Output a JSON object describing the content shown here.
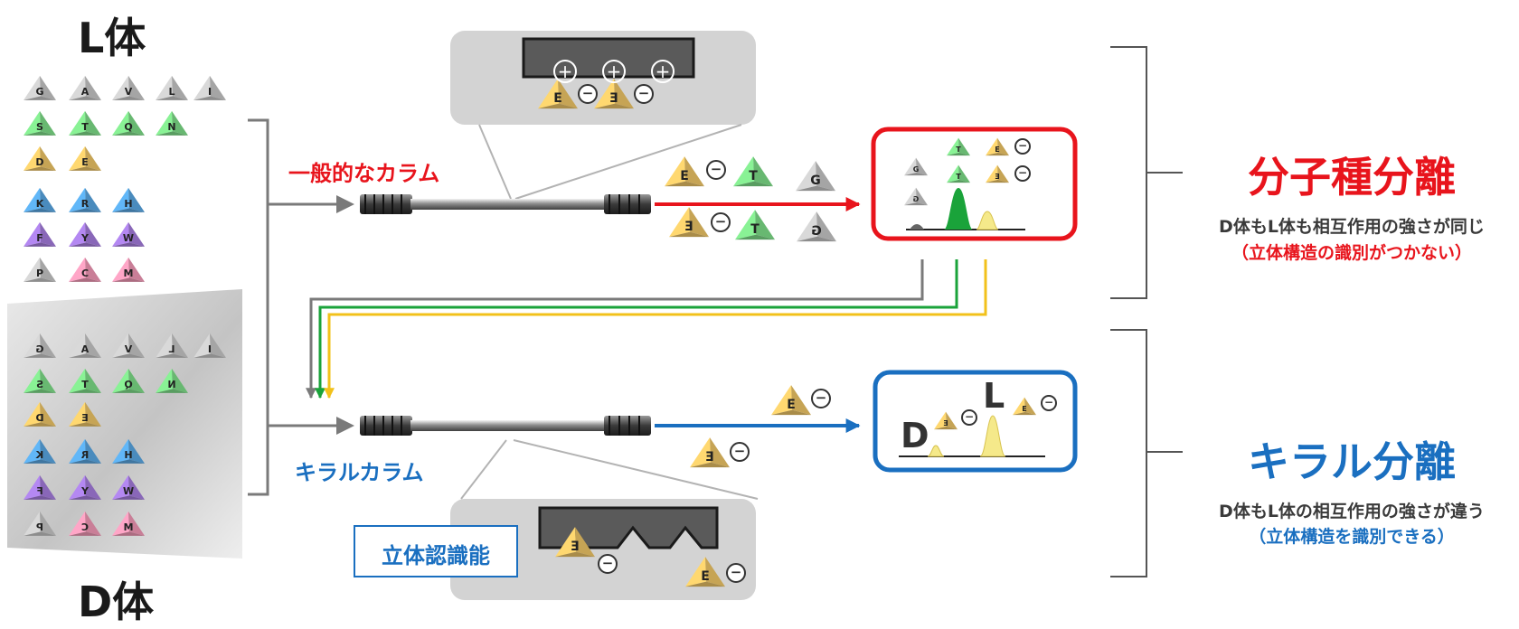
{
  "headings": {
    "l_form": "L体",
    "d_form": "D体"
  },
  "columns": {
    "general_label": "一般的なカラム",
    "chiral_label": "キラルカラム",
    "stereo_recognition_label": "立体認識能"
  },
  "results": {
    "general_title": "分子種分離",
    "general_desc": "D体もL体も相互作用の強さが同じ",
    "general_note": "（立体構造の識別がつかない）",
    "chiral_title": "キラル分離",
    "chiral_desc": "D体もL体の相互作用の強さが違う",
    "chiral_note": "（立体構造を識別できる）"
  },
  "peaks": {
    "d_peak_label": "D",
    "l_peak_label": "L"
  },
  "amino_acids": {
    "l_rows": [
      [
        "G",
        "A",
        "V",
        "L",
        "I"
      ],
      [
        "S",
        "T",
        "Q",
        "N"
      ],
      [
        "D",
        "E"
      ],
      [
        "K",
        "R",
        "H"
      ],
      [
        "F",
        "Y",
        "W"
      ],
      [
        "P",
        "C",
        "M"
      ]
    ],
    "d_rows": [
      [
        "G",
        "A",
        "V",
        "L",
        "I"
      ],
      [
        "S",
        "T",
        "Q",
        "N"
      ],
      [
        "D",
        "E"
      ],
      [
        "K",
        "R",
        "H"
      ],
      [
        "F",
        "Y",
        "W"
      ],
      [
        "P",
        "C",
        "M"
      ]
    ]
  },
  "symbols": {
    "plus": "+",
    "minus": "−"
  },
  "colors": {
    "gray_group": "#c9c9c9",
    "polar_group": "#7fe08a",
    "acidic_group": "#f2c868",
    "basic_group": "#5aa9e6",
    "aromatic_group": "#a77ee0",
    "special_group": "#f59ab8",
    "general_accent": "#e8141c",
    "chiral_accent": "#1a6fc0",
    "trace_gray": "#7a7a7a",
    "trace_green": "#1aa33a",
    "trace_yellow": "#f2c11a"
  }
}
